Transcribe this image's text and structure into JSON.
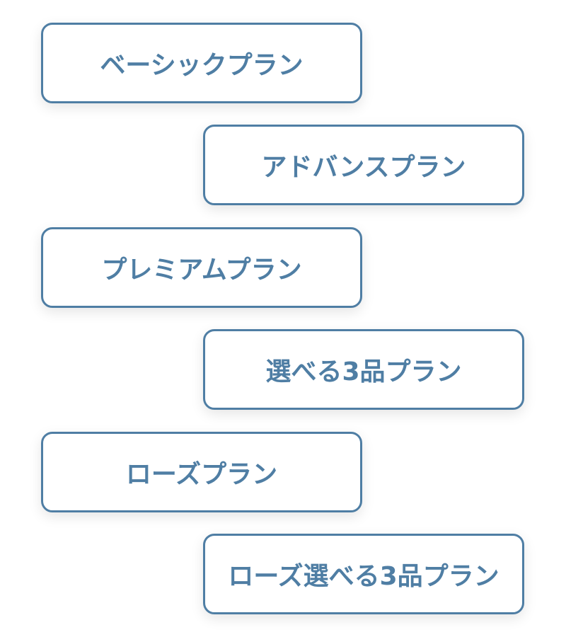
{
  "plans": [
    {
      "label": "ベーシックプラン"
    },
    {
      "label": "アドバンスプラン"
    },
    {
      "label": "プレミアムプラン"
    },
    {
      "label": "選べる3品プラン"
    },
    {
      "label": "ローズプラン"
    },
    {
      "label": "ローズ選べる3品プラン"
    }
  ],
  "colors": {
    "accent": "#4f7ea4",
    "background": "#ffffff"
  }
}
